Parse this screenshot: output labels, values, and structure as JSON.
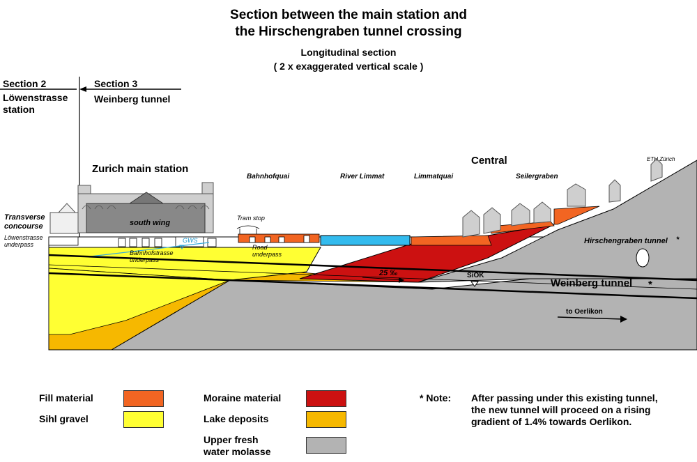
{
  "title": {
    "line1": "Section between the main station and",
    "line2": "the Hirschengraben tunnel crossing"
  },
  "subtitle": {
    "line1": "Longitudinal section",
    "line2": "( 2 x exaggerated vertical scale )"
  },
  "sections": {
    "s2_label": "Section 2",
    "s2_name1": "Löwenstrasse",
    "s2_name2": "station",
    "s3_label": "Section 3",
    "s3_name": "Weinberg tunnel"
  },
  "labels": {
    "zurich_main": "Zurich main station",
    "transverse1": "Transverse",
    "transverse2": "concourse",
    "loewen_underpass1": "Löwenstrasse",
    "loewen_underpass2": "underpass",
    "south_wing": "south wing",
    "gws": "GWS",
    "bahnhof_underpass1": "Bahnhofstrasse",
    "bahnhof_underpass2": "underpass",
    "tram_stop": "Tram stop",
    "road_underpass1": "Road",
    "road_underpass2": "underpass",
    "bahnhofquai": "Bahnhofquai",
    "river_limmat": "River Limmat",
    "limmatquai": "Limmatquai",
    "central": "Central",
    "seilergraben": "Seilergraben",
    "eth": "ETH Zürich",
    "hirschengraben": "Hirschengraben tunnel",
    "hirsch_star": "*",
    "gradient": "25 ‰",
    "siok": "SiOK",
    "weinberg": "Weinberg tunnel",
    "weinberg_star": "*",
    "to_oerlikon": "to Oerlikon"
  },
  "legend": [
    {
      "label": "Fill material",
      "color": "#f26522"
    },
    {
      "label": "Sihl gravel",
      "color": "#ffff33"
    },
    {
      "label": "Moraine material",
      "color": "#cc1111"
    },
    {
      "label": "Lake deposits",
      "color": "#f6b800"
    },
    {
      "label": "Upper fresh",
      "label2": "water molasse",
      "color": "#b3b3b3"
    }
  ],
  "note": {
    "prefix": "* Note:",
    "line1": "After passing under this existing tunnel,",
    "line2": "the new tunnel will proceed on a rising",
    "line3": "gradient of 1.4% towards Oerlikon."
  },
  "colors": {
    "fill": "#f26522",
    "sihl": "#ffff33",
    "moraine": "#cc1111",
    "lake": "#f6b800",
    "molasse": "#b3b3b3",
    "river": "#33bbee",
    "building": "#cfcfcf"
  }
}
